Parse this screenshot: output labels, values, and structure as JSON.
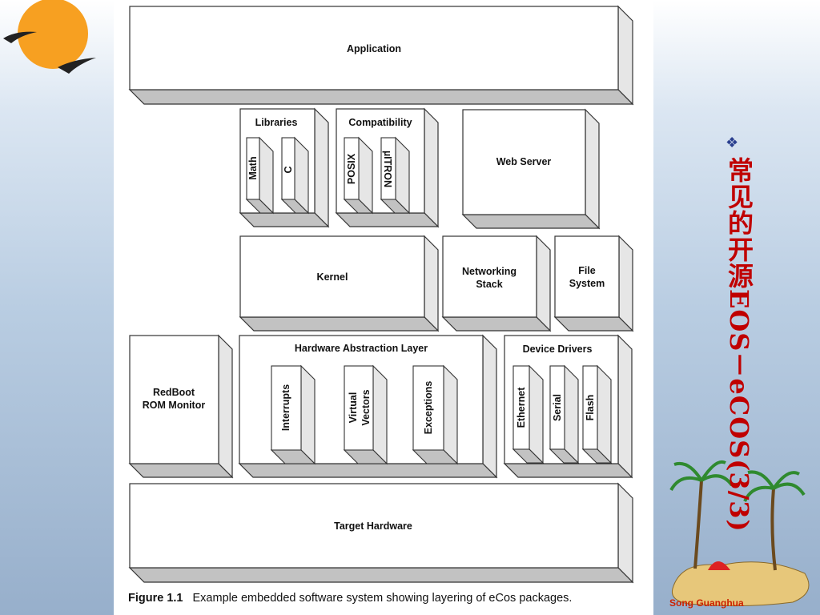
{
  "diagram": {
    "application": "Application",
    "libraries": "Libraries",
    "math": "Math",
    "c": "C",
    "compatibility": "Compatibility",
    "posix": "POSIX",
    "uitron": "µITRON",
    "web_server": "Web Server",
    "kernel": "Kernel",
    "networking_1": "Networking",
    "networking_2": "Stack",
    "file_1": "File",
    "file_2": "System",
    "hal": "Hardware Abstraction Layer",
    "interrupts": "Interrupts",
    "virtual_1": "Virtual",
    "virtual_2": "Vectors",
    "exceptions": "Exceptions",
    "device_drivers": "Device Drivers",
    "ethernet": "Ethernet",
    "serial": "Serial",
    "flash": "Flash",
    "redboot_1": "RedBoot",
    "redboot_2": "ROM Monitor",
    "target_hardware": "Target Hardware"
  },
  "caption": {
    "figure": "Figure 1.1",
    "text": "Example embedded software system showing layering of eCos packages."
  },
  "slide": {
    "title": "常见的开源EOS－eCOS(3/3)",
    "bullet": "❖",
    "author": "Song Guanghua"
  },
  "colors": {
    "title": "#c00000",
    "sun": "#f7a021",
    "author": "#cc2200"
  }
}
